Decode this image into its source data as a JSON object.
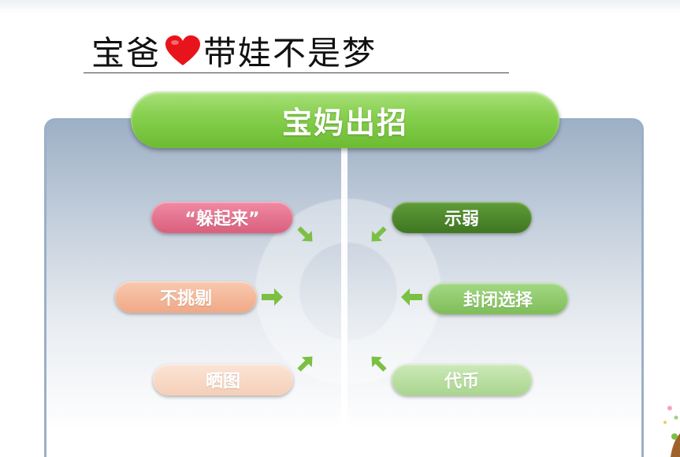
{
  "slide": {
    "title_before_heart": "宝爸",
    "title_after_heart": "带娃不是梦",
    "header": "宝妈出招"
  },
  "left_items": [
    {
      "label": "“躲起来”",
      "color": "#e3728d"
    },
    {
      "label": "不挑剔",
      "color": "#f3b596"
    },
    {
      "label": "晒图",
      "color": "#f8d8c6"
    }
  ],
  "right_items": [
    {
      "label": "示弱",
      "color": "#4f8a2c"
    },
    {
      "label": "封闭选择",
      "color": "#8ec96a"
    },
    {
      "label": "代币",
      "color": "#b9e0a2"
    }
  ],
  "colors": {
    "heart": "#e8141c",
    "header_green": "#86cf4d",
    "arrow_green": "#7bc043"
  },
  "icons": [
    "heart-icon",
    "arrow-icon"
  ]
}
